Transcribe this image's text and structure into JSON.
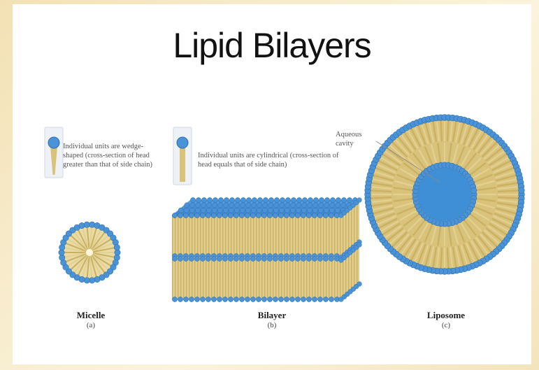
{
  "title": "Lipid Bilayers",
  "notes": {
    "micelle": "Individual units are wedge-shaped (cross-section of head greater than that of side chain)",
    "bilayer": "Individual units are cylindrical (cross-section of head equals that of side chain)",
    "liposome": "Aqueous cavity"
  },
  "structures": [
    {
      "name": "Micelle",
      "letter": "(a)"
    },
    {
      "name": "Bilayer",
      "letter": "(b)"
    },
    {
      "name": "Liposome",
      "letter": "(c)"
    }
  ],
  "colors": {
    "head": "#4a93d6",
    "head_dark": "#2f6fb0",
    "tail": "#d9c279",
    "tail_light": "#e9dba3",
    "cavity": "#3f8fd6"
  }
}
